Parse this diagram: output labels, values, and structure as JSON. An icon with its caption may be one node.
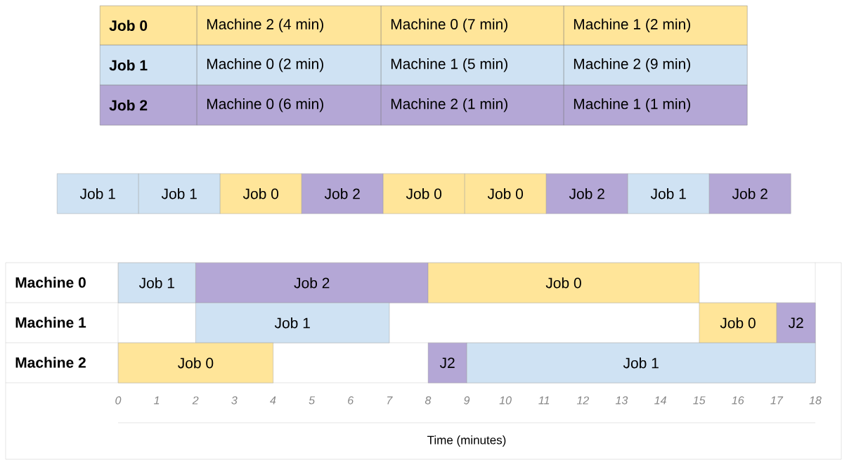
{
  "diagram": {
    "nodes": [
      {
        "text": [
          "Job 1"
        ]
      },
      {
        "text": [
          "Job 1"
        ]
      },
      {
        "text": [
          "Job 0"
        ]
      },
      {
        "text": [
          "Job 2"
        ]
      },
      {
        "text": [
          "Job 0"
        ]
      },
      {
        "text": [
          "Job 0"
        ]
      },
      {
        "text": [
          "Job 2"
        ]
      },
      {
        "text": [
          "Job 1"
        ]
      },
      {
        "text": [
          "Job 2"
        ]
      },
      {
        "text": [
          "Job 1"
        ]
      },
      {
        "text": [
          "Job 2"
        ]
      },
      {
        "text": [
          "Job 0"
        ]
      },
      {
        "text": [
          "Job 1"
        ]
      },
      {
        "text": [
          "Job 0"
        ]
      },
      {
        "text": [
          "J2"
        ]
      },
      {
        "text": [
          "Job 0"
        ]
      },
      {
        "text": [
          "J2"
        ]
      },
      {
        "text": [
          "Job 1"
        ]
      }
    ],
    "edges": [],
    "labels": [
      "Job 0",
      "Machine 2 (4 min)",
      "Machine 0 (7 min)",
      "Machine 1 (2 min)",
      "Job 1",
      "Machine 0 (2 min)",
      "Machine 1 (5 min)",
      "Machine 2 (9 min)",
      "Job 2",
      "Machine 0 (6 min)",
      "Machine 2 (1 min)",
      "Machine 1 (1 min)",
      "Machine 0",
      "Machine 1",
      "Machine 2",
      "0",
      "1",
      "2",
      "3",
      "4",
      "5",
      "6",
      "7",
      "8",
      "9",
      "10",
      "11",
      "12",
      "13",
      "14",
      "15",
      "16",
      "17",
      "18",
      "Time (minutes)"
    ]
  }
}
